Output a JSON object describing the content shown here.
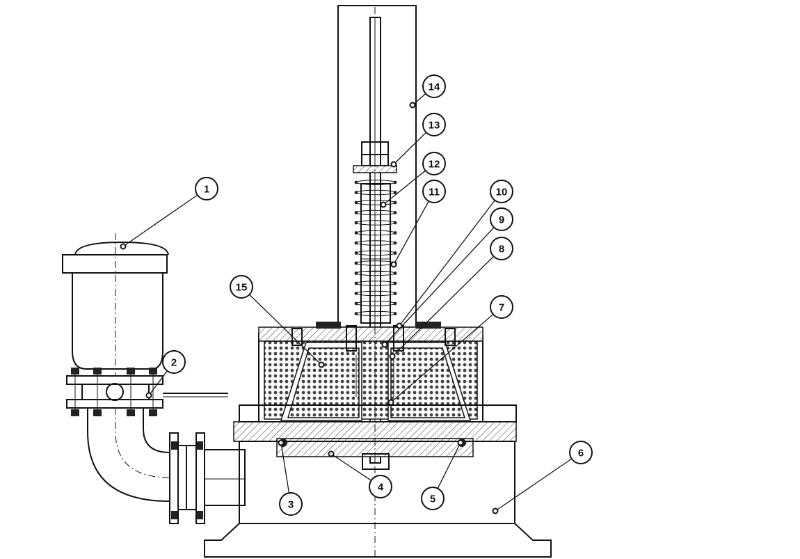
{
  "callouts": [
    {
      "label": "1"
    },
    {
      "label": "2"
    },
    {
      "label": "3"
    },
    {
      "label": "4"
    },
    {
      "label": "5"
    },
    {
      "label": "6"
    },
    {
      "label": "7"
    },
    {
      "label": "8"
    },
    {
      "label": "9"
    },
    {
      "label": "10"
    },
    {
      "label": "11"
    },
    {
      "label": "12"
    },
    {
      "label": "13"
    },
    {
      "label": "14"
    },
    {
      "label": "15"
    }
  ]
}
